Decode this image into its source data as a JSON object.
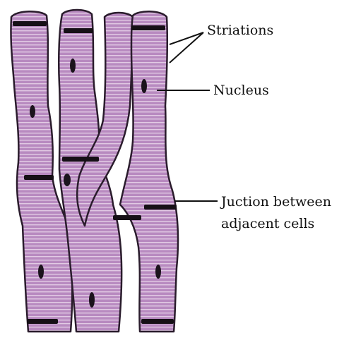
{
  "diagram": {
    "labels": {
      "striations": "Striations",
      "nucleus": "Nucleus",
      "junction_line1": "Juction between",
      "junction_line2": "adjacent cells"
    },
    "colors": {
      "fiber_fill": "#b88ac0",
      "fiber_outline": "#2a1c2c",
      "striation": "#e2cbe4",
      "intercalated_disc": "#161016",
      "nucleus": "#1b131c",
      "pointer_line": "#111111"
    }
  }
}
